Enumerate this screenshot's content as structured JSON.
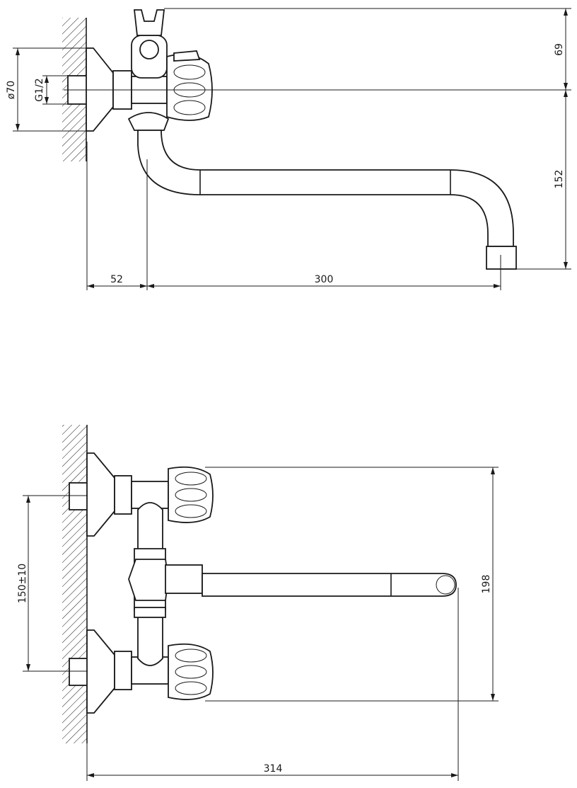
{
  "drawing": {
    "side_view": {
      "dimensions": {
        "height_above_center": "69",
        "spout_drop": "152",
        "flange_diameter": "ø70",
        "thread": "G1/2",
        "wall_to_axis": "52",
        "spout_reach": "300"
      }
    },
    "top_view": {
      "dimensions": {
        "inlet_spacing": "150±10",
        "overall_height": "198",
        "overall_length": "314"
      }
    },
    "colors": {
      "line": "#1a1a1a",
      "background": "#ffffff"
    }
  }
}
